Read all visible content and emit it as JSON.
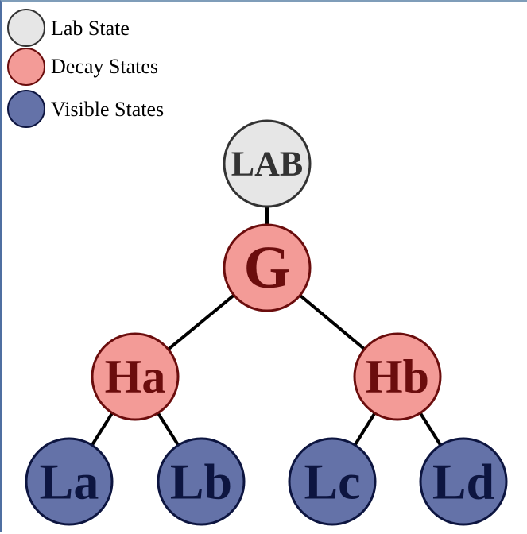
{
  "colors": {
    "lab_fill": "#e6e6e6",
    "lab_stroke": "#333333",
    "lab_text": "#333333",
    "decay_fill": "#f39b97",
    "decay_stroke": "#6b0d0d",
    "decay_text": "#6b0d0d",
    "visible_fill": "#6472a8",
    "visible_stroke": "#0d1540",
    "visible_text": "#0d1540",
    "edge": "#000000"
  },
  "legend": {
    "lab_label": "Lab State",
    "decay_label": "Decay States",
    "visible_label": "Visible States"
  },
  "tree": {
    "nodes": [
      {
        "id": "LAB",
        "label": "LAB",
        "type": "lab"
      },
      {
        "id": "G",
        "label": "G",
        "type": "decay"
      },
      {
        "id": "Ha",
        "label": "Ha",
        "type": "decay"
      },
      {
        "id": "Hb",
        "label": "Hb",
        "type": "decay"
      },
      {
        "id": "La",
        "label": "La",
        "type": "visible"
      },
      {
        "id": "Lb",
        "label": "Lb",
        "type": "visible"
      },
      {
        "id": "Lc",
        "label": "Lc",
        "type": "visible"
      },
      {
        "id": "Ld",
        "label": "Ld",
        "type": "visible"
      }
    ],
    "edges": [
      [
        "LAB",
        "G"
      ],
      [
        "G",
        "Ha"
      ],
      [
        "G",
        "Hb"
      ],
      [
        "Ha",
        "La"
      ],
      [
        "Ha",
        "Lb"
      ],
      [
        "Hb",
        "Lc"
      ],
      [
        "Hb",
        "Ld"
      ]
    ]
  }
}
